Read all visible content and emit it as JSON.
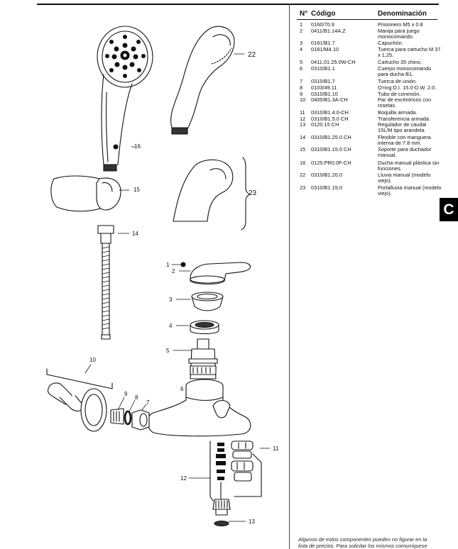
{
  "table": {
    "headers": {
      "num": "N°",
      "code": "Código",
      "name": "Denominación"
    },
    "rows": [
      {
        "num": "1",
        "code": "0160/70.9",
        "name": "Prisionero M5 x 0.8"
      },
      {
        "num": "2",
        "code": "0411/B1.14A.Z",
        "name": "Manija para juego monocomando."
      },
      {
        "num": "3",
        "code": "0181/B1.7",
        "name": "Capuchón."
      },
      {
        "num": "4",
        "code": "0181/M4.10",
        "name": "Tuerca para cartucho M 37 x 1,25."
      },
      {
        "num": "5",
        "code": "0411.01.25.0W-CH",
        "name": "Cartucho 35 chino."
      },
      {
        "num": "6",
        "code": "0310/B1.1",
        "name": "Cuerpo monocomando para ducha B1."
      },
      {
        "num": "7",
        "code": "0310/B1.7",
        "name": "Tuerca de unión."
      },
      {
        "num": "8",
        "code": "0103/49.11",
        "name": "O'ring D.I. 15.0-D.W. 2.0."
      },
      {
        "num": "9",
        "code": "0310/B1.10",
        "name": "Tubo de conexión."
      },
      {
        "num": "10",
        "code": "0405/B1.3A-CH",
        "name": "Par de excéntricos con rosetas."
      },
      {
        "num": "11",
        "code": "0310/B1.4.0-CH",
        "name": "Boquilla armada."
      },
      {
        "num": "12",
        "code": "0310/B1.5.0 CH",
        "name": "Transferencia armada."
      },
      {
        "num": "13",
        "code": "0120.15 CH",
        "name": "Regulador de caudal 15L/M tipo arandela."
      },
      {
        "num": "14",
        "code": "0310/B1.25.0 CH",
        "name": "Flexible con manguera interna de 7.8 mm."
      },
      {
        "num": "15",
        "code": "0310/B1.15.0 CH",
        "name": "Soporte para duchador manual."
      },
      {
        "num": "16",
        "code": "0125.PR0.0F-CH",
        "name": "Ducha manual plástica sin funciones."
      },
      {
        "num": "22",
        "code": "0310/B1.20.0",
        "name": "Lluvia manual (modelo viejo)."
      },
      {
        "num": "23",
        "code": "0310/B1.15.0",
        "name": "Portalluvia manual (modelo viejo)."
      }
    ]
  },
  "section_tab": "C",
  "footnote": "Algunos de estos componentes pueden no figurar en la lista de precios. Para solicitar los mismos comuníquese",
  "callouts": {
    "c1": "1",
    "c2": "2",
    "c3": "3",
    "c4": "4",
    "c5": "5",
    "c6": "6",
    "c7": "7",
    "c8": "8",
    "c9": "9",
    "c10": "10",
    "c11": "11",
    "c12": "12",
    "c13": "13",
    "c14": "14",
    "c15": "15",
    "c16": "16",
    "c22": "22",
    "c23": "23"
  }
}
